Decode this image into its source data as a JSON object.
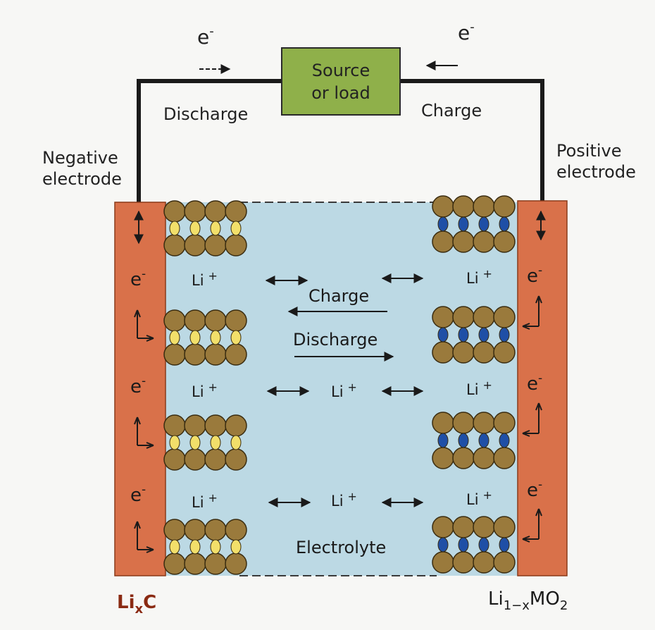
{
  "source_load": {
    "line1": "Source",
    "line2": "or load"
  },
  "electron_symbol": "e",
  "electron_superscript": "-",
  "labels": {
    "discharge_top": "Discharge",
    "charge_top": "Charge",
    "negative_electrode_line1": "Negative",
    "negative_electrode_line2": "electrode",
    "positive_electrode_line1": "Positive",
    "positive_electrode_line2": "electrode",
    "charge_mid": "Charge",
    "discharge_mid": "Discharge",
    "electrolyte": "Electrolyte",
    "ion": "Li",
    "ion_charge": "+"
  },
  "formulas": {
    "negative": {
      "base": "Li",
      "sub": "x",
      "tail": "C"
    },
    "positive": {
      "base": "Li",
      "sub": "1−x",
      "mid": "MO",
      "sub2": "2"
    }
  },
  "colors": {
    "background": "#f7f7f5",
    "source_box": "#8fb04a",
    "electrode": "#d9714a",
    "electrolyte": "#bcd9e4",
    "atom": "#9a7a3c",
    "li_intercalated_negative": "#f2df6a",
    "metal_intercalated_positive": "#1f4fa6",
    "wire": "#1a1a1a",
    "formula_text": "#8a2a12"
  }
}
